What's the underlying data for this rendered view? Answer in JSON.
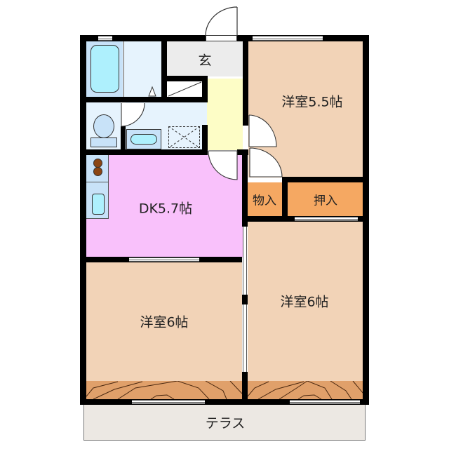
{
  "floorplan": {
    "rooms": {
      "genkan": {
        "label": "玄",
        "color": "#ececec"
      },
      "western_room_1": {
        "label": "洋室5.5帖",
        "color": "#f2d3b7"
      },
      "storage_small": {
        "label": "物入",
        "color": "#f5a862"
      },
      "closet": {
        "label": "押入",
        "color": "#f5a862"
      },
      "dk": {
        "label": "DK5.7帖",
        "color": "#f9c1fb"
      },
      "western_room_2": {
        "label": "洋室6帖",
        "color": "#f2d3b7"
      },
      "western_room_3": {
        "label": "洋室6帖",
        "color": "#f2d3b7"
      },
      "terrace": {
        "label": "テラス",
        "color": "#ece8e3"
      },
      "hallway": {
        "color": "#fdfdc6"
      },
      "bath": {
        "color": "#c8e2f8"
      },
      "washroom": {
        "color": "#e6f3fd"
      },
      "toilet": {
        "color": "#e6f3fd"
      }
    },
    "colors": {
      "wall": "#000000",
      "wood_floor": "#e0a06a",
      "fixture": "#aef0fd",
      "stove": "#8b4513"
    }
  }
}
